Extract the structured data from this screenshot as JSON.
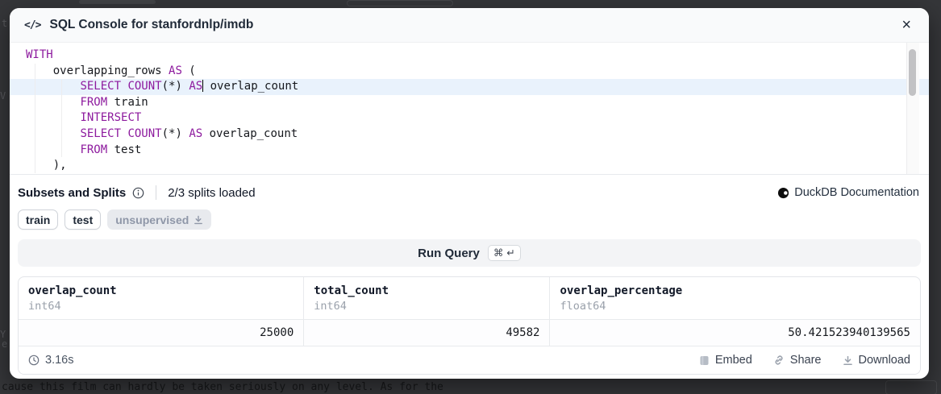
{
  "modal": {
    "title": "SQL Console for stanfordnlp/imdb"
  },
  "icons": {
    "code_tag": "</>",
    "close": "×"
  },
  "editor": {
    "active_line": 2,
    "lines": [
      [
        [
          "kw",
          "WITH"
        ]
      ],
      [
        [
          "txt",
          "    overlapping_rows "
        ],
        [
          "kw",
          "AS"
        ],
        [
          "txt",
          " ("
        ]
      ],
      [
        [
          "txt",
          "        "
        ],
        [
          "kw",
          "SELECT"
        ],
        [
          "txt",
          " "
        ],
        [
          "kw",
          "COUNT"
        ],
        [
          "txt",
          "(*) "
        ],
        [
          "kw",
          "AS"
        ],
        [
          "caret",
          ""
        ],
        [
          "txt",
          " overlap_count"
        ]
      ],
      [
        [
          "txt",
          "        "
        ],
        [
          "kw",
          "FROM"
        ],
        [
          "txt",
          " train"
        ]
      ],
      [
        [
          "txt",
          "        "
        ],
        [
          "kw",
          "INTERSECT"
        ]
      ],
      [
        [
          "txt",
          "        "
        ],
        [
          "kw",
          "SELECT"
        ],
        [
          "txt",
          " "
        ],
        [
          "kw",
          "COUNT"
        ],
        [
          "txt",
          "(*) "
        ],
        [
          "kw",
          "AS"
        ],
        [
          "txt",
          " overlap_count"
        ]
      ],
      [
        [
          "txt",
          "        "
        ],
        [
          "kw",
          "FROM"
        ],
        [
          "txt",
          " test"
        ]
      ],
      [
        [
          "txt",
          "    ),"
        ]
      ]
    ]
  },
  "subsets": {
    "heading": "Subsets and Splits",
    "loaded_text": "2/3 splits loaded",
    "doc_link": "DuckDB Documentation",
    "splits": [
      {
        "label": "train",
        "loaded": true
      },
      {
        "label": "test",
        "loaded": true
      },
      {
        "label": "unsupervised",
        "loaded": false
      }
    ]
  },
  "run_query": {
    "label": "Run Query",
    "shortcut": "⌘ ↵"
  },
  "results": {
    "columns": [
      {
        "name": "overlap_count",
        "type": "int64"
      },
      {
        "name": "total_count",
        "type": "int64"
      },
      {
        "name": "overlap_percentage",
        "type": "float64"
      }
    ],
    "rows": [
      [
        "25000",
        "49582",
        "50.421523940139565"
      ]
    ],
    "elapsed": "3.16s",
    "actions": [
      "Embed",
      "Share",
      "Download"
    ]
  },
  "colors": {
    "keyword": "#8d1a9e",
    "active_line": "#e9f2fc",
    "accent_dark": "#1f2937"
  },
  "background": {
    "text_snippet": "cause this film can hardly be taken seriously on any level. As for the"
  }
}
